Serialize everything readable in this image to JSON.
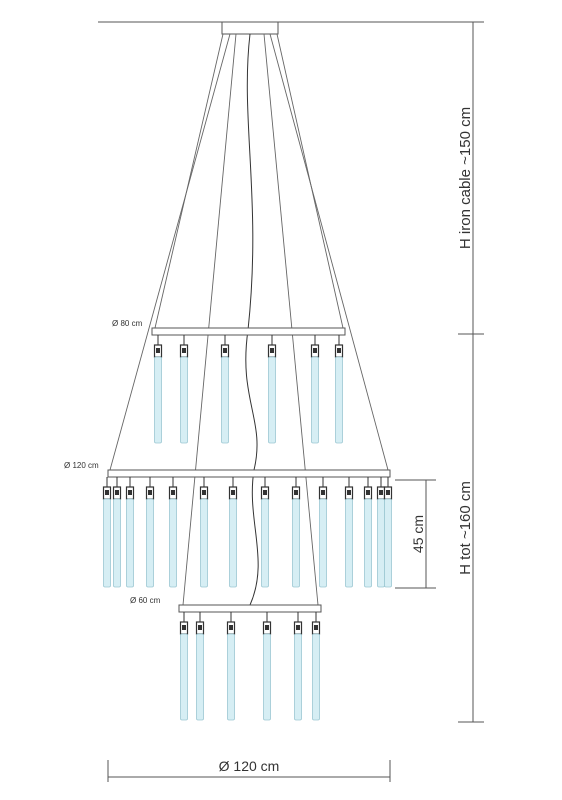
{
  "labels": {
    "ring_top": "Ø 80 cm",
    "ring_mid": "Ø 120 cm",
    "ring_bottom": "Ø 60 cm",
    "height_cable": "H iron cable ~150 cm",
    "height_total": "H tot ~160 cm",
    "tube_length": "45 cm",
    "width_total": "Ø 120 cm"
  },
  "colors": {
    "line": "#555555",
    "tube_fill": "#d6eef4",
    "tube_stroke": "#9cc7d2",
    "holder": "#333333"
  }
}
